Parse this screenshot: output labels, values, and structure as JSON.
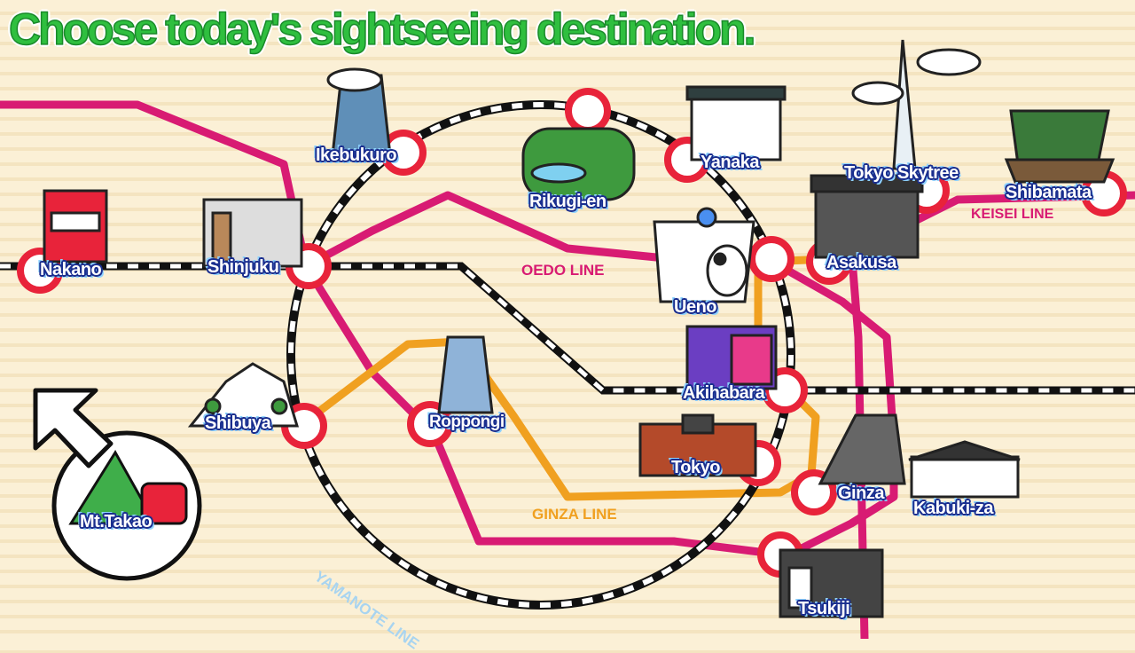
{
  "title": "Choose today's sightseeing destination.",
  "colors": {
    "oedo": "#d81b73",
    "ginza": "#f0a020",
    "keisei": "#d81b73",
    "yamanote_label": "#a8d4f0",
    "station_ring": "#e8233a",
    "title_green": "#2fbf3f"
  },
  "lines": {
    "oedo": "OEDO LINE",
    "ginza": "GINZA LINE",
    "keisei": "KEISEI LINE",
    "yamanote": "YAMANOTE LINE"
  },
  "stations": {
    "ikebukuro": "Ikebukuro",
    "rikugien": "Rikugi-en",
    "yanaka": "Yanaka",
    "skytree": "Tokyo Skytree",
    "shibamata": "Shibamata",
    "nakano": "Nakano",
    "shinjuku": "Shinjuku",
    "ueno": "Ueno",
    "asakusa": "Asakusa",
    "akihabara": "Akihabara",
    "shibuya": "Shibuya",
    "roppongi": "Roppongi",
    "tokyo": "Tokyo",
    "ginza": "Ginza",
    "kabukiza": "Kabuki-za",
    "tsukiji": "Tsukiji",
    "takao": "Mt.Takao"
  },
  "icons": {
    "takao_arrow": "arrow-up-left-icon",
    "mountain": "mountain-icon",
    "tengu": "tengu-mask-icon"
  }
}
